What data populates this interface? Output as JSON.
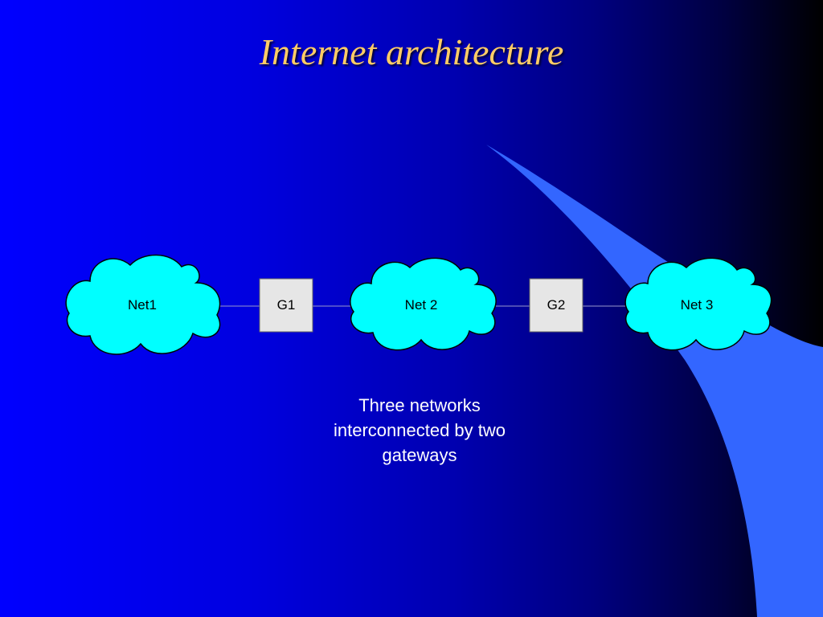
{
  "slide": {
    "title": "Internet architecture",
    "caption": "Three networks interconnected by two gateways"
  },
  "diagram": {
    "nodes": [
      {
        "id": "net1",
        "type": "cloud",
        "label": "Net1"
      },
      {
        "id": "g1",
        "type": "gateway",
        "label": "G1"
      },
      {
        "id": "net2",
        "type": "cloud",
        "label": "Net 2"
      },
      {
        "id": "g2",
        "type": "gateway",
        "label": "G2"
      },
      {
        "id": "net3",
        "type": "cloud",
        "label": "Net 3"
      }
    ],
    "edges": [
      {
        "from": "net1",
        "to": "g1"
      },
      {
        "from": "g1",
        "to": "net2"
      },
      {
        "from": "net2",
        "to": "g2"
      },
      {
        "from": "g2",
        "to": "net3"
      }
    ]
  },
  "colors": {
    "title": "#ffcc66",
    "cloud_fill": "#00ffff",
    "gateway_fill": "#e6e6e6",
    "swoosh": "#3366ff",
    "background_start": "#0000ff",
    "background_end": "#000000"
  }
}
